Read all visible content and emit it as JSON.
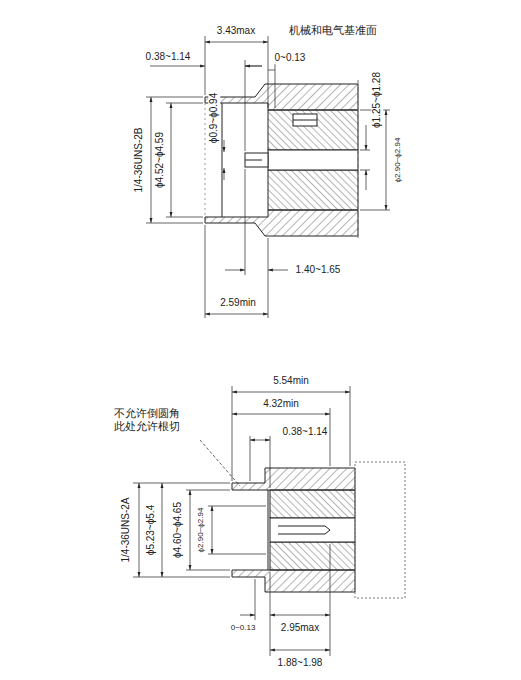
{
  "diagram": {
    "labels": [
      "3.43max",
      "机械和电气基准面",
      "0.38~1.14",
      "0~0.13",
      "ϕ0.9~ϕ0.94",
      "1/4-36UNS-2B",
      "ϕ4.52~ϕ4.59",
      "ϕ1.25~ϕ1.28",
      "ϕ2.90~ϕ2.94",
      "1.40~1.65",
      "2.59min",
      "5.54min",
      "4.32min",
      "不允许倒圆角 此处允许根切",
      "0.38~1.14",
      "1/4-36UNS-2A",
      "ϕ5.23~ϕ5.4",
      "ϕ4.60~ϕ4.65",
      "ϕ2.90~ϕ2.94",
      "0~0.13",
      "2.95max",
      "1.88~1.98"
    ]
  }
}
